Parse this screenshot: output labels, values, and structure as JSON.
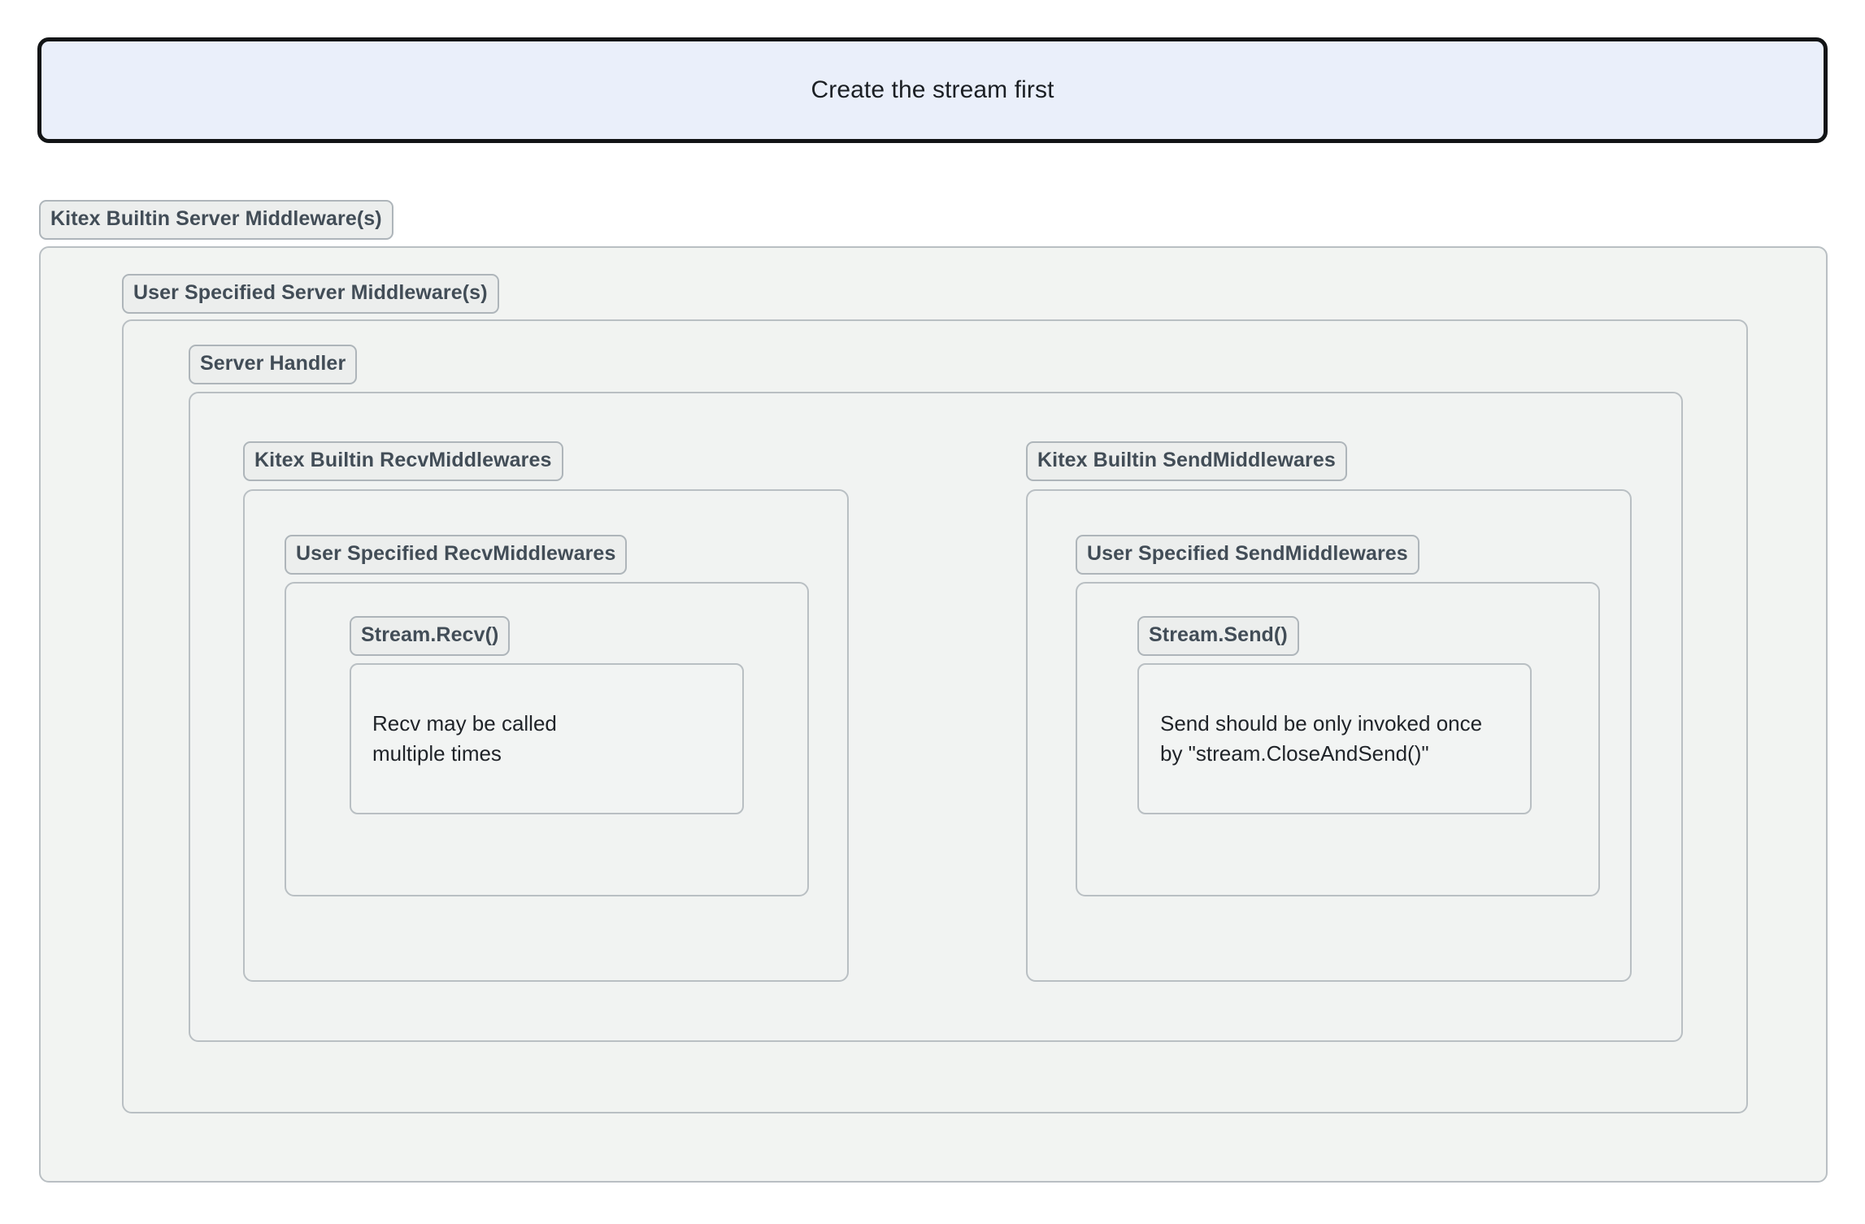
{
  "banner": {
    "text": "Create the stream first"
  },
  "colors": {
    "banner_fill": "#eaeffa",
    "banner_border": "#121416",
    "group_fill": "#f1f3f2",
    "group_border": "#b9bfc3",
    "pill_fill": "#eceeed",
    "pill_border": "#aeb5ba",
    "pill_text": "#424d57",
    "note_fill": "#f2f4f3",
    "page_background": "#ffffff"
  },
  "diagram": {
    "server_middleware": {
      "label": "Kitex Builtin Server Middleware(s)",
      "user_server_middleware": {
        "label": "User Specified Server Middleware(s)",
        "server_handler": {
          "label": "Server Handler",
          "recv_branch": {
            "label": "Kitex Builtin RecvMiddlewares",
            "user_recv": {
              "label": "User Specified RecvMiddlewares",
              "stream_call": {
                "label": "Stream.Recv()",
                "note": "Recv may be called\nmultiple times"
              }
            }
          },
          "send_branch": {
            "label": "Kitex Builtin SendMiddlewares",
            "user_send": {
              "label": "User Specified SendMiddlewares",
              "stream_call": {
                "label": "Stream.Send()",
                "note": "Send should be only invoked once\nby \"stream.CloseAndSend()\""
              }
            }
          }
        }
      }
    }
  }
}
